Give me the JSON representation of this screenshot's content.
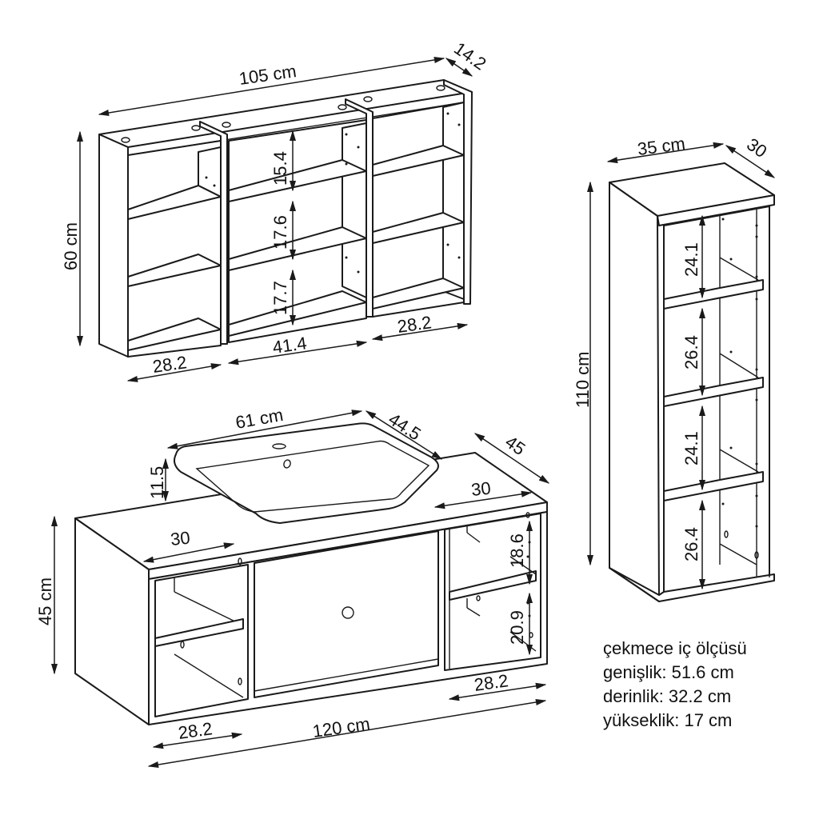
{
  "diagram": {
    "title": "Bathroom furniture set dimension drawing",
    "units": "cm",
    "wall_shelf": {
      "width_label": "105 cm",
      "depth_label": "14.2",
      "height_label": "60 cm",
      "shelf_heights": [
        "15.4",
        "17.6",
        "17.7"
      ],
      "bottom_widths": [
        "28.2",
        "41.4",
        "28.2"
      ]
    },
    "tall_cabinet": {
      "width_label": "35 cm",
      "depth_label": "30",
      "height_label": "110 cm",
      "shelf_heights": [
        "24.1",
        "26.4",
        "24.1",
        "26.4"
      ]
    },
    "sink": {
      "width_label": "61 cm",
      "depth_label": "44.5",
      "height_label": "11.5"
    },
    "vanity": {
      "depth_label": "45",
      "height_label": "45 cm",
      "width_label": "120 cm",
      "left_top_label": "30",
      "right_top_label": "30",
      "right_shelf_heights": [
        "18.6",
        "20.9"
      ],
      "left_bottom_label": "28.2",
      "right_bottom_label": "28.2"
    },
    "drawer_note": {
      "title": "çekmece iç ölçüsü",
      "width": "genişlik: 51.6 cm",
      "depth": "derinlik: 32.2 cm",
      "height": "yükseklik: 17 cm"
    }
  }
}
